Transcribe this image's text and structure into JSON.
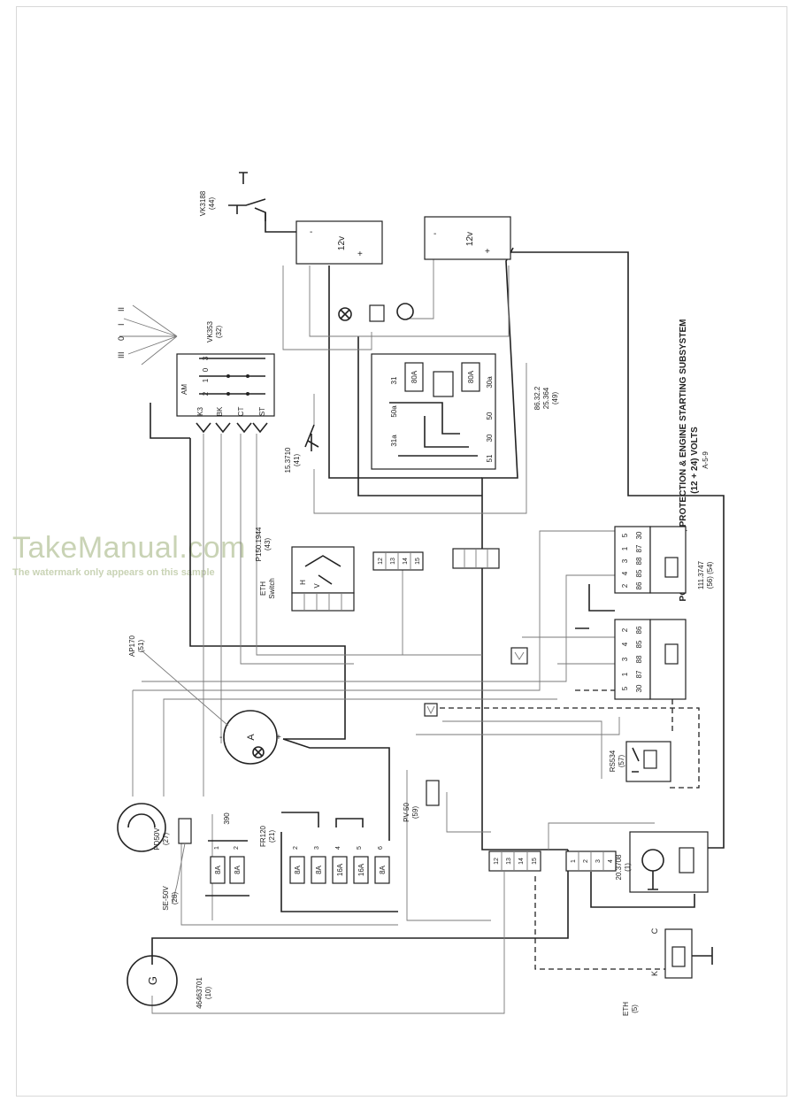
{
  "watermark": {
    "brand": "TakeManual.com",
    "note": "The watermark only appears on this sample"
  },
  "title": {
    "line1": "POWER SUPPLY, PROTECTION & ENGINE STARTING SUBSYSTEM",
    "line2": "(12 + 24) VOLTS",
    "code": "A-5-9"
  },
  "components": {
    "switch_vk3188": {
      "code": "VK3188",
      "ref": "(44)"
    },
    "battery_a": {
      "voltage": "12v",
      "minus": "-",
      "plus": "+"
    },
    "battery_b": {
      "voltage": "12v",
      "minus": "-",
      "plus": "+"
    },
    "ignition_vk353": {
      "code": "VK353",
      "ref": "(32)",
      "positions": [
        "III",
        "0",
        "I",
        "II"
      ],
      "terms_top": [
        "AM",
        "2",
        "1",
        "0",
        "3"
      ],
      "terms_bottom": [
        "K3",
        "BK",
        "CT",
        "ST"
      ]
    },
    "relay_86322": {
      "code1": "86.32.2",
      "code2": "25.364",
      "ref": "(49)",
      "fuse_left": "80A",
      "fuse_right": "80A",
      "terms": [
        "31",
        "50a",
        "31a",
        "30a",
        "50",
        "30",
        "51"
      ]
    },
    "switch_153710": {
      "code": "15.3710",
      "ref": "(41)"
    },
    "eth_switch": {
      "code": "P150.1944",
      "ref": "(43)",
      "label1": "ETH",
      "label2": "Switch",
      "terms": [
        "H",
        "V"
      ]
    },
    "connector_12_15_top": [
      "12",
      "13",
      "14",
      "15"
    ],
    "relay_113747": {
      "code": "111.3747",
      "ref1": "(56)",
      "ref2": "(54)",
      "upper_cols": [
        "5",
        "1",
        "3",
        "4",
        "2"
      ],
      "upper_terms": [
        "30",
        "87",
        "88",
        "85",
        "86"
      ],
      "lower_cols": [
        "2",
        "4",
        "3",
        "1",
        "5"
      ],
      "lower_terms": [
        "86",
        "85",
        "88",
        "87",
        "30"
      ]
    },
    "gauge_ap170": {
      "code": "AP170",
      "ref": "(51)",
      "letter": "A",
      "minus": "-",
      "plus": "+"
    },
    "relay_rs534": {
      "code": "RS534",
      "ref": "(57)"
    },
    "sender_pd50v": {
      "code": "PD50V",
      "ref": "(27)"
    },
    "sensor_se50v": {
      "code": "SE-50V",
      "ref": "(28)"
    },
    "fuse_box_390": {
      "code": "390",
      "fuses": [
        "8A",
        "8A"
      ],
      "nums": [
        "1",
        "2"
      ]
    },
    "fuse_box_fr120": {
      "code": "FR120",
      "ref": "(21)",
      "fuses": [
        "8A",
        "8A",
        "16A",
        "16A",
        "8A"
      ],
      "nums": [
        "2",
        "3",
        "4",
        "5",
        "6"
      ]
    },
    "resistor_pv50": {
      "code": "PV-50",
      "ref": "(59)"
    },
    "connector_12_15_bottom": [
      "12",
      "13",
      "14",
      "15"
    ],
    "connector_1_4": [
      "1",
      "2",
      "3",
      "4"
    ],
    "starter_203708": {
      "code": "20.3708",
      "ref": "(1)"
    },
    "alternator": {
      "code": "46463701",
      "ref": "(10)",
      "letter": "G"
    },
    "eth_relay": {
      "code": "ETH",
      "ref": "(5)",
      "c": "C",
      "k": "K"
    }
  }
}
